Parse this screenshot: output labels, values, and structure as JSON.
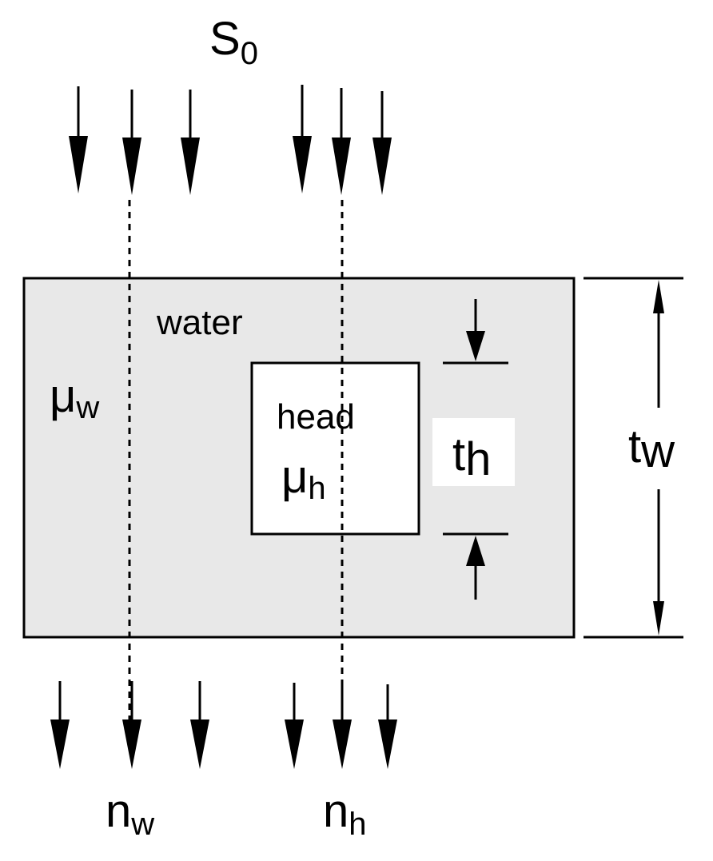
{
  "colors": {
    "water_fill": "#e8e8e8",
    "head_fill": "#ffffff",
    "stroke": "#000000",
    "label_bg": "#ffffff"
  },
  "labels": {
    "source": {
      "main": "S",
      "sub": "0"
    },
    "water": "water",
    "head": "head",
    "mu_w": {
      "main": "μ",
      "sub": "w"
    },
    "mu_h": {
      "main": "μ",
      "sub": "h"
    },
    "t_h": {
      "main": "t",
      "sub": "h"
    },
    "t_w": {
      "main": "t",
      "sub": "w"
    },
    "n_w": {
      "main": "n",
      "sub": "w"
    },
    "n_h": {
      "main": "n",
      "sub": "h"
    }
  }
}
